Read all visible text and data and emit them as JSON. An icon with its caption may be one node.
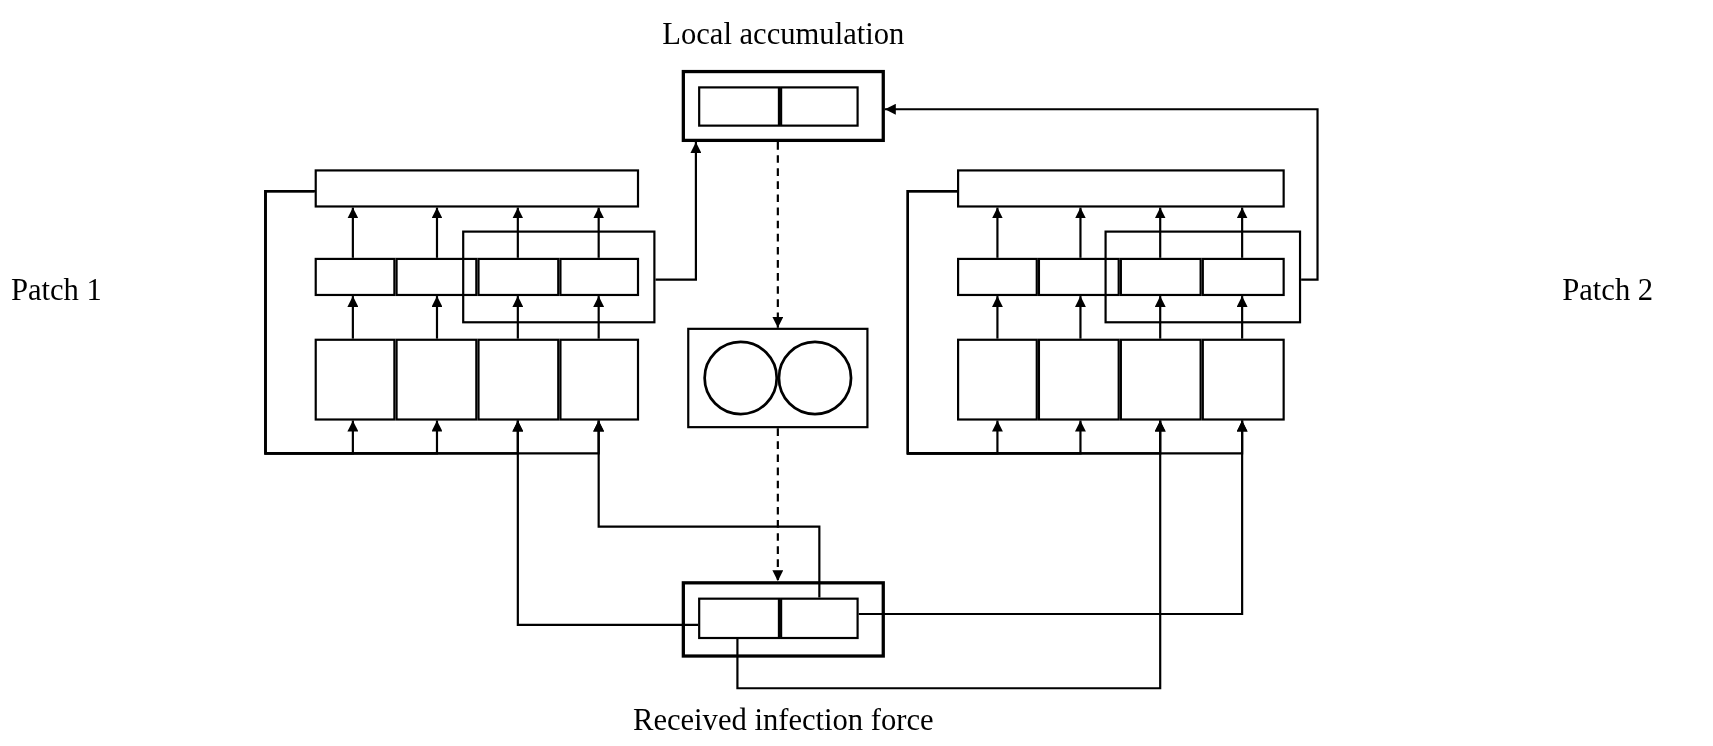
{
  "diagram": {
    "nodes": [
      {
        "text": [
          "Local accumulation"
        ]
      },
      {
        "text": [],
        "shape": "box",
        "in": 0
      },
      {
        "text": [],
        "shape": "box",
        "in": 0
      },
      {
        "text": [],
        "shape": "box"
      },
      {
        "text": [],
        "shape": "box"
      },
      {
        "text": [],
        "shape": "box"
      },
      {
        "text": [],
        "shape": "box"
      },
      {
        "text": [],
        "shape": "box",
        "in": 6
      },
      {
        "text": [],
        "shape": "box",
        "in": 6
      },
      {
        "text": [],
        "shape": "box"
      },
      {
        "text": [],
        "shape": "box"
      },
      {
        "text": [],
        "shape": "box"
      },
      {
        "text": [],
        "shape": "box"
      },
      {
        "text": [],
        "shape": "box"
      },
      {
        "text": [],
        "shape": "box"
      },
      {
        "text": [],
        "shape": "box"
      },
      {
        "text": [],
        "shape": "box"
      },
      {
        "text": [],
        "shape": "box"
      },
      {
        "text": [],
        "shape": "box",
        "in": 17
      },
      {
        "text": [],
        "shape": "box",
        "in": 17
      },
      {
        "text": [],
        "shape": "box"
      },
      {
        "text": [],
        "shape": "box"
      },
      {
        "text": [],
        "shape": "box"
      },
      {
        "text": [],
        "shape": "box"
      },
      {
        "text": [
          "Received infection force"
        ]
      },
      {
        "text": [],
        "shape": "box",
        "in": 24
      },
      {
        "text": [],
        "shape": "box",
        "in": 24
      }
    ],
    "edges": [
      {
        "from": 4,
        "to": 3,
        "arrow": "to"
      },
      {
        "from": 5,
        "to": 3,
        "arrow": "to"
      },
      {
        "from": 7,
        "to": 3,
        "arrow": "to"
      },
      {
        "from": 8,
        "to": 3,
        "arrow": "to"
      },
      {
        "from": 9,
        "to": 4,
        "arrow": "to"
      },
      {
        "from": 10,
        "to": 5,
        "arrow": "to"
      },
      {
        "from": 11,
        "to": 7,
        "arrow": "to"
      },
      {
        "from": 12,
        "to": 8,
        "arrow": "to"
      },
      {
        "from": 3,
        "to": 9,
        "arrow": "to"
      },
      {
        "from": 3,
        "to": 10,
        "arrow": "to"
      },
      {
        "from": 3,
        "to": 11,
        "arrow": "to"
      },
      {
        "from": 3,
        "to": 12,
        "arrow": "to"
      },
      {
        "from": 6,
        "to": 0,
        "arrow": "to"
      },
      {
        "from": 0,
        "to": 13,
        "arrow": "to",
        "style": "dashed"
      },
      {
        "from": 15,
        "to": 14,
        "arrow": "to"
      },
      {
        "from": 16,
        "to": 14,
        "arrow": "to"
      },
      {
        "from": 18,
        "to": 14,
        "arrow": "to"
      },
      {
        "from": 19,
        "to": 14,
        "arrow": "to"
      },
      {
        "from": 20,
        "to": 15,
        "arrow": "to"
      },
      {
        "from": 21,
        "to": 16,
        "arrow": "to"
      },
      {
        "from": 22,
        "to": 18,
        "arrow": "to"
      },
      {
        "from": 23,
        "to": 19,
        "arrow": "to"
      },
      {
        "from": 14,
        "to": 20,
        "arrow": "to"
      },
      {
        "from": 14,
        "to": 21,
        "arrow": "to"
      },
      {
        "from": 14,
        "to": 22,
        "arrow": "to"
      },
      {
        "from": 14,
        "to": 23,
        "arrow": "to"
      },
      {
        "from": 17,
        "to": 0,
        "arrow": "to"
      },
      {
        "from": 13,
        "to": 24,
        "arrow": "to",
        "style": "dashed"
      },
      {
        "from": 25,
        "to": 11,
        "arrow": "to"
      },
      {
        "from": 26,
        "to": 12,
        "arrow": "to"
      },
      {
        "from": 26,
        "to": 23,
        "arrow": "to"
      },
      {
        "from": 25,
        "to": 22,
        "arrow": "to"
      }
    ],
    "labels": [
      "Patch 1",
      "Patch 2"
    ]
  }
}
